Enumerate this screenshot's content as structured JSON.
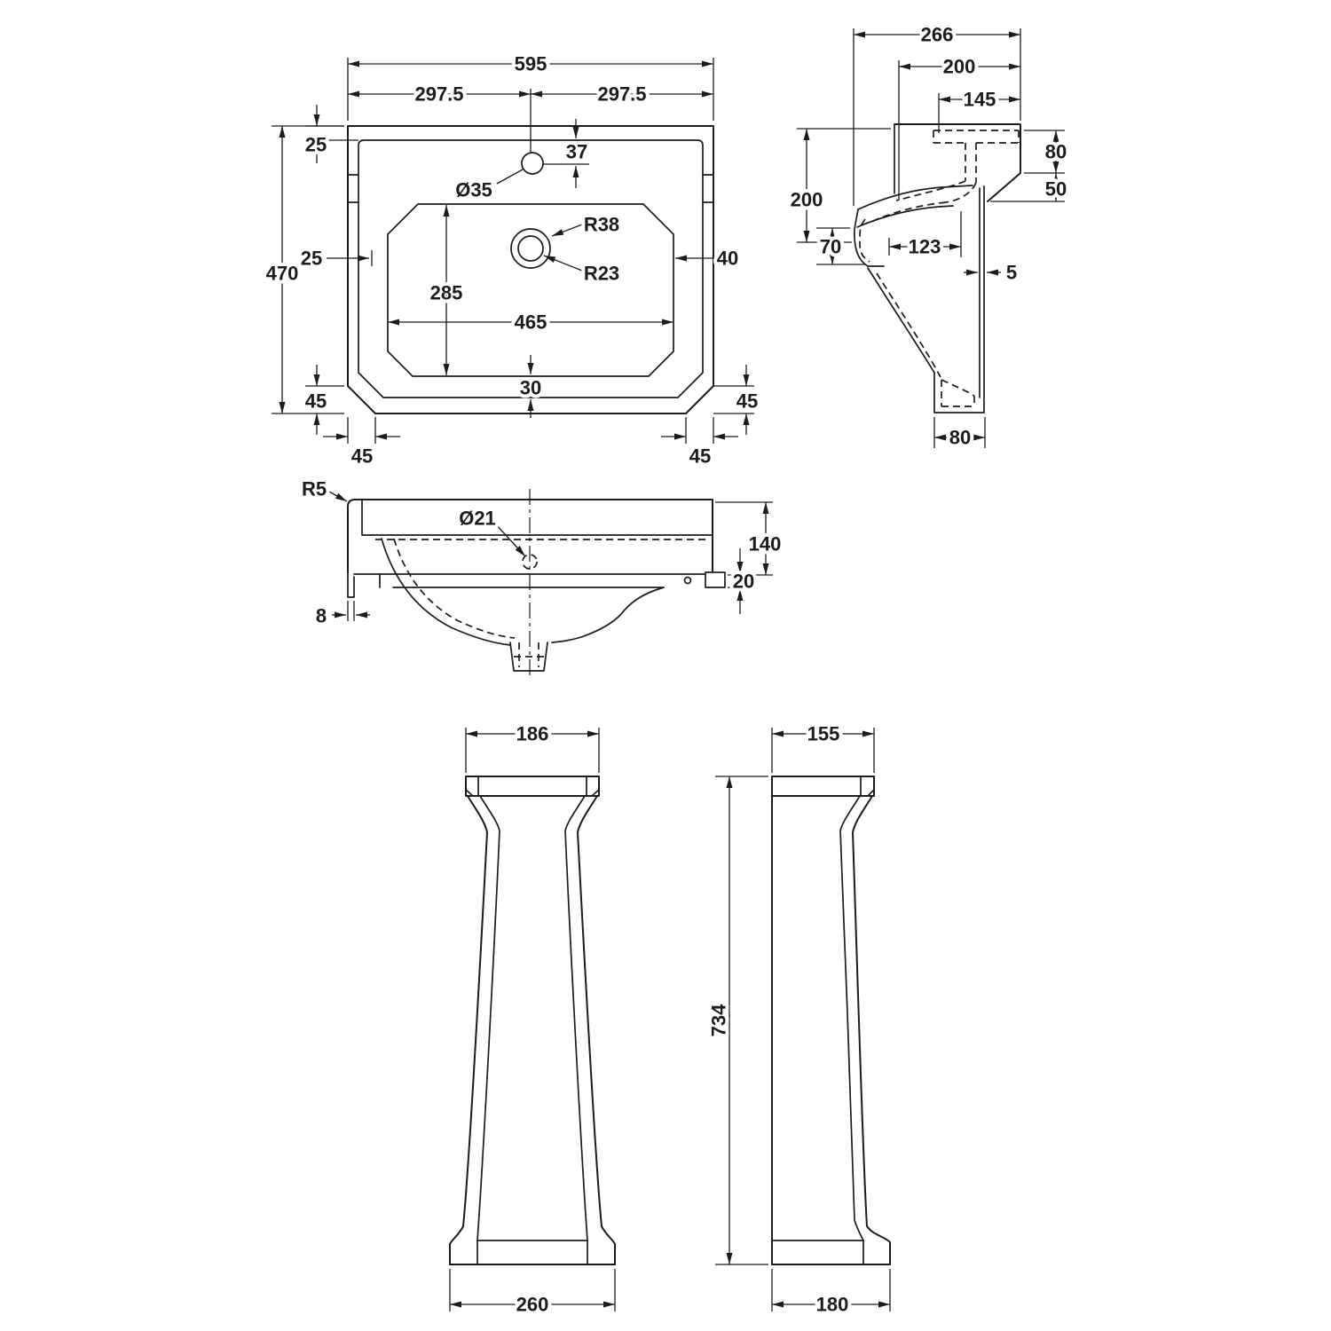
{
  "drawing": {
    "background_color": "#ffffff",
    "line_color": "#1c1c1c"
  },
  "plan": {
    "overall_width": "595",
    "half_width_left": "297.5",
    "half_width_right": "297.5",
    "rim_top": "25",
    "taphole_offset": "37",
    "taphole_diameter": "Ø35",
    "overall_depth": "470",
    "ledge_left": "25",
    "ledge_right": "40",
    "waste_radius_outer": "R38",
    "waste_radius_inner": "R23",
    "bowl_depth": "285",
    "bowl_width": "465",
    "bowl_bottom_gap": "30",
    "chamfer_left_height": "45",
    "chamfer_right_height": "45",
    "chamfer_left_width": "45",
    "chamfer_right_width": "45"
  },
  "side": {
    "overall_depth": "266",
    "depth_to_front": "200",
    "depth_to_overflow": "145",
    "back_top_height": "80",
    "apron_drop": "50",
    "front_height": "200",
    "lip_height": "70",
    "lip_depth": "123",
    "wall_gap": "5",
    "foot_width": "80"
  },
  "front": {
    "corner_radius": "R5",
    "overflow_diameter": "Ø21",
    "apron_height": "140",
    "lip_height": "20",
    "skirt_thickness": "8"
  },
  "pedestal_front": {
    "top_width": "186",
    "base_width": "260"
  },
  "pedestal_side": {
    "top_width": "155",
    "height": "734",
    "base_width": "180"
  }
}
